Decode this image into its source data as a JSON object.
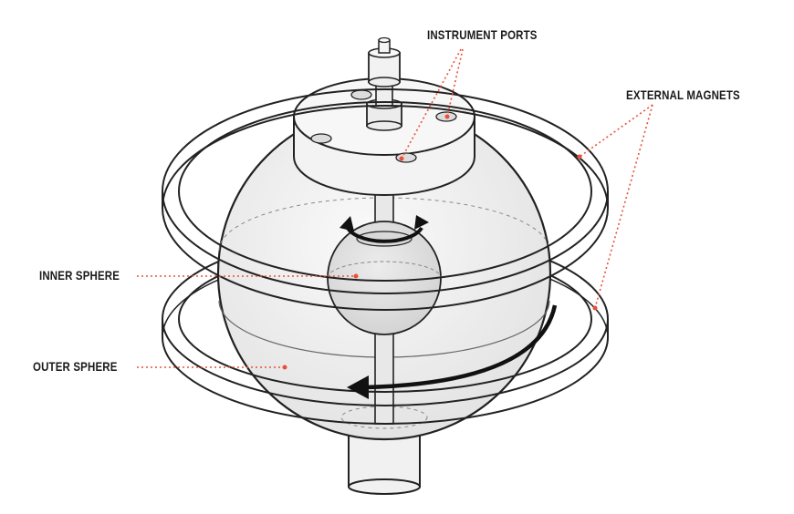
{
  "labels": {
    "instrument_ports": "INSTRUMENT PORTS",
    "external_magnets": "EXTERNAL MAGNETS",
    "inner_sphere": "INNER SPHERE",
    "outer_sphere": "OUTER SPHERE"
  },
  "colors": {
    "leader_line": "#e8503a",
    "outline": "#222222",
    "sphere_fill": "#f1f1f1",
    "inner_sphere_fill": "#e4e4e4",
    "ring_fill": "#f7f7f7",
    "background": "#ffffff"
  }
}
